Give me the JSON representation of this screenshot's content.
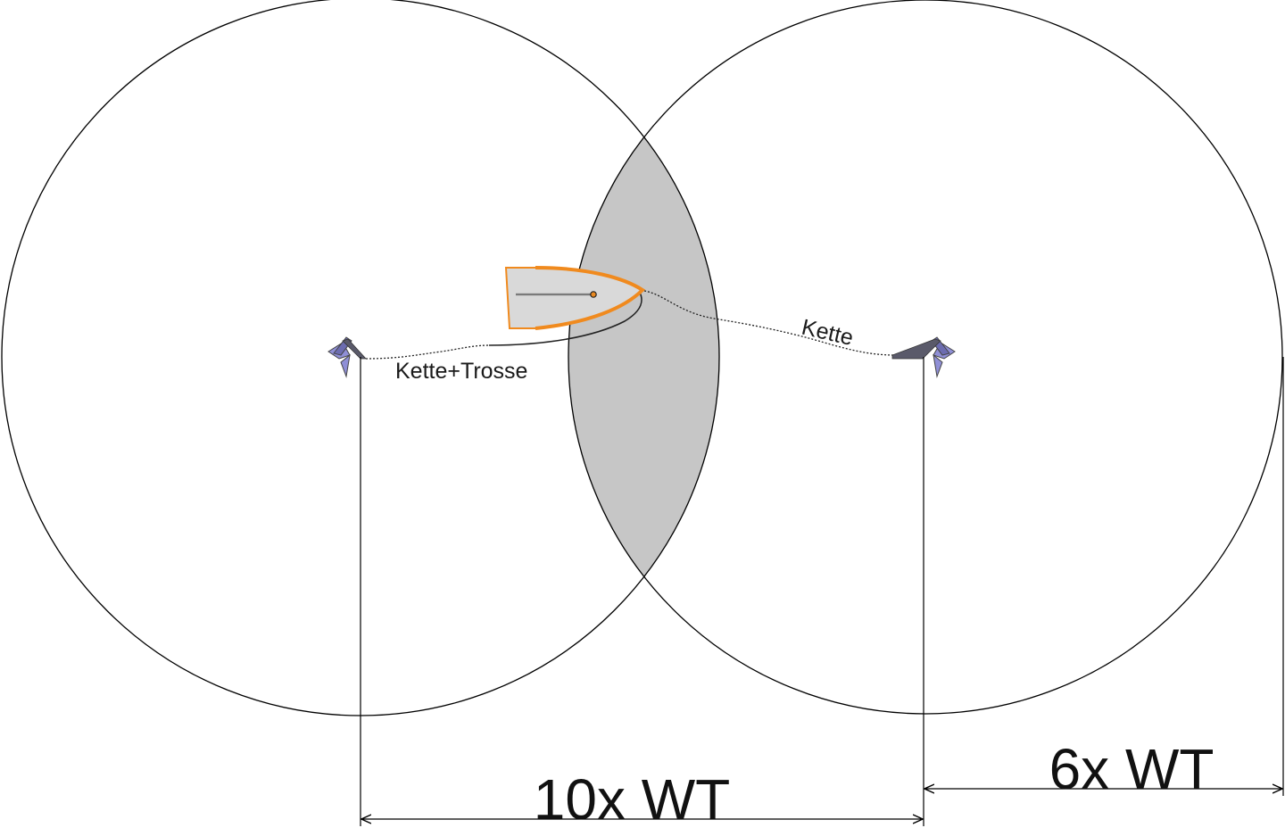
{
  "labels": {
    "left_rode": "Kette+Trosse",
    "right_rode": "Kette",
    "left_dimension": "10x WT",
    "right_dimension": "6x WT"
  },
  "colors": {
    "background": "#ffffff",
    "circle_stroke": "#000000",
    "overlap_fill": "#c6c6c6",
    "boat_hull_fill": "#d9d9d9",
    "boat_outline": "#f08a1e",
    "anchor_fill": "#8f8fd6",
    "anchor_dark": "#555566"
  },
  "icons": {
    "left_anchor": "anchor-icon",
    "right_anchor": "anchor-icon",
    "boat": "sailboat-hull-icon"
  }
}
